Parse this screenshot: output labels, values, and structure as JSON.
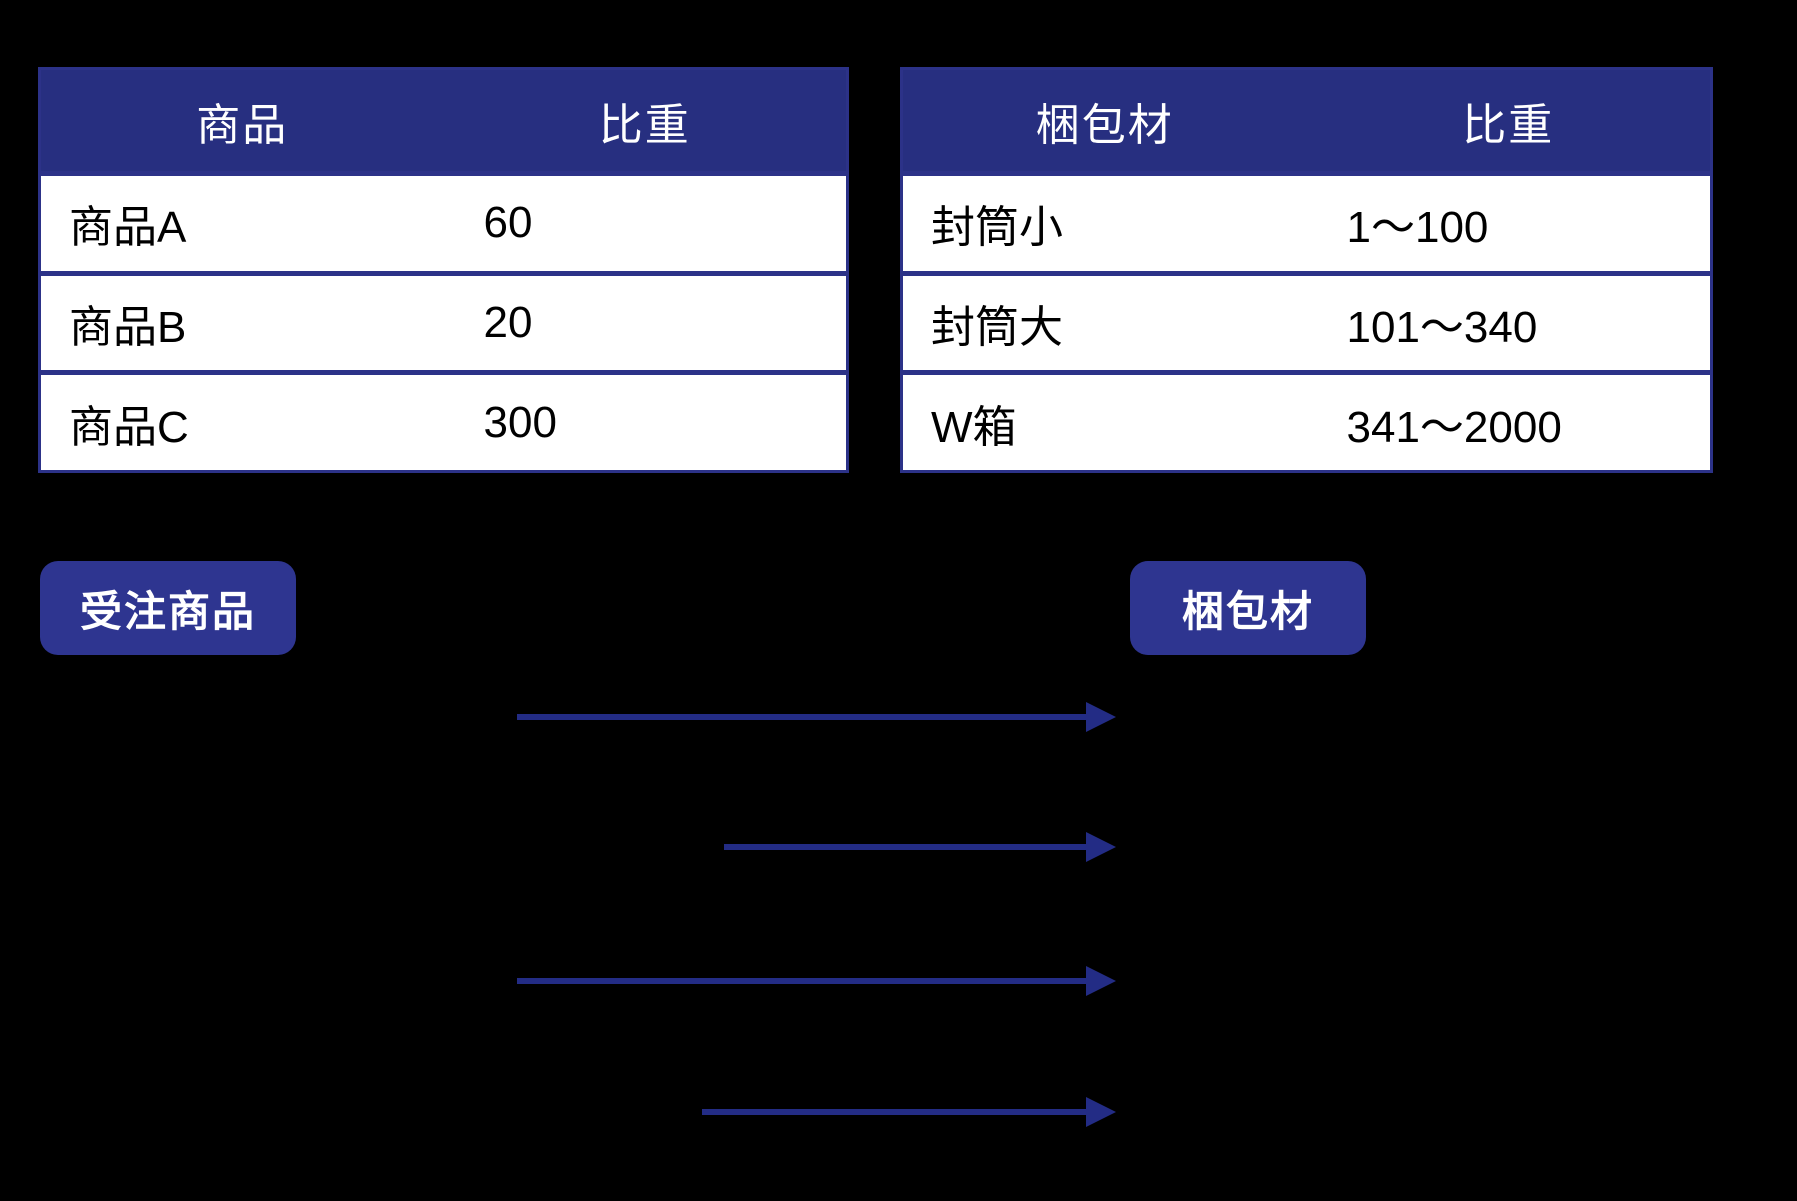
{
  "colors": {
    "background": "#000000",
    "table_header_navy": "#272f80",
    "table_border_navy": "#2c3288",
    "row_background": "#ffffff",
    "body_text": "#000000",
    "badge_navy": "#2e3590",
    "arrow_navy": "#232c85",
    "header_text": "#ffffff"
  },
  "product_table": {
    "headers": [
      "商品",
      "比重"
    ],
    "rows": [
      {
        "name": "商品A",
        "weight": "60"
      },
      {
        "name": "商品B",
        "weight": "20"
      },
      {
        "name": "商品C",
        "weight": "300"
      }
    ]
  },
  "packaging_table": {
    "headers": [
      "梱包材",
      "比重"
    ],
    "rows": [
      {
        "name": "封筒小",
        "weight": "1〜100"
      },
      {
        "name": "封筒大",
        "weight": "101〜340"
      },
      {
        "name": "W箱",
        "weight": "341〜2000"
      }
    ]
  },
  "labels": {
    "order_product_badge": "受注商品",
    "packaging_badge": "梱包材"
  }
}
